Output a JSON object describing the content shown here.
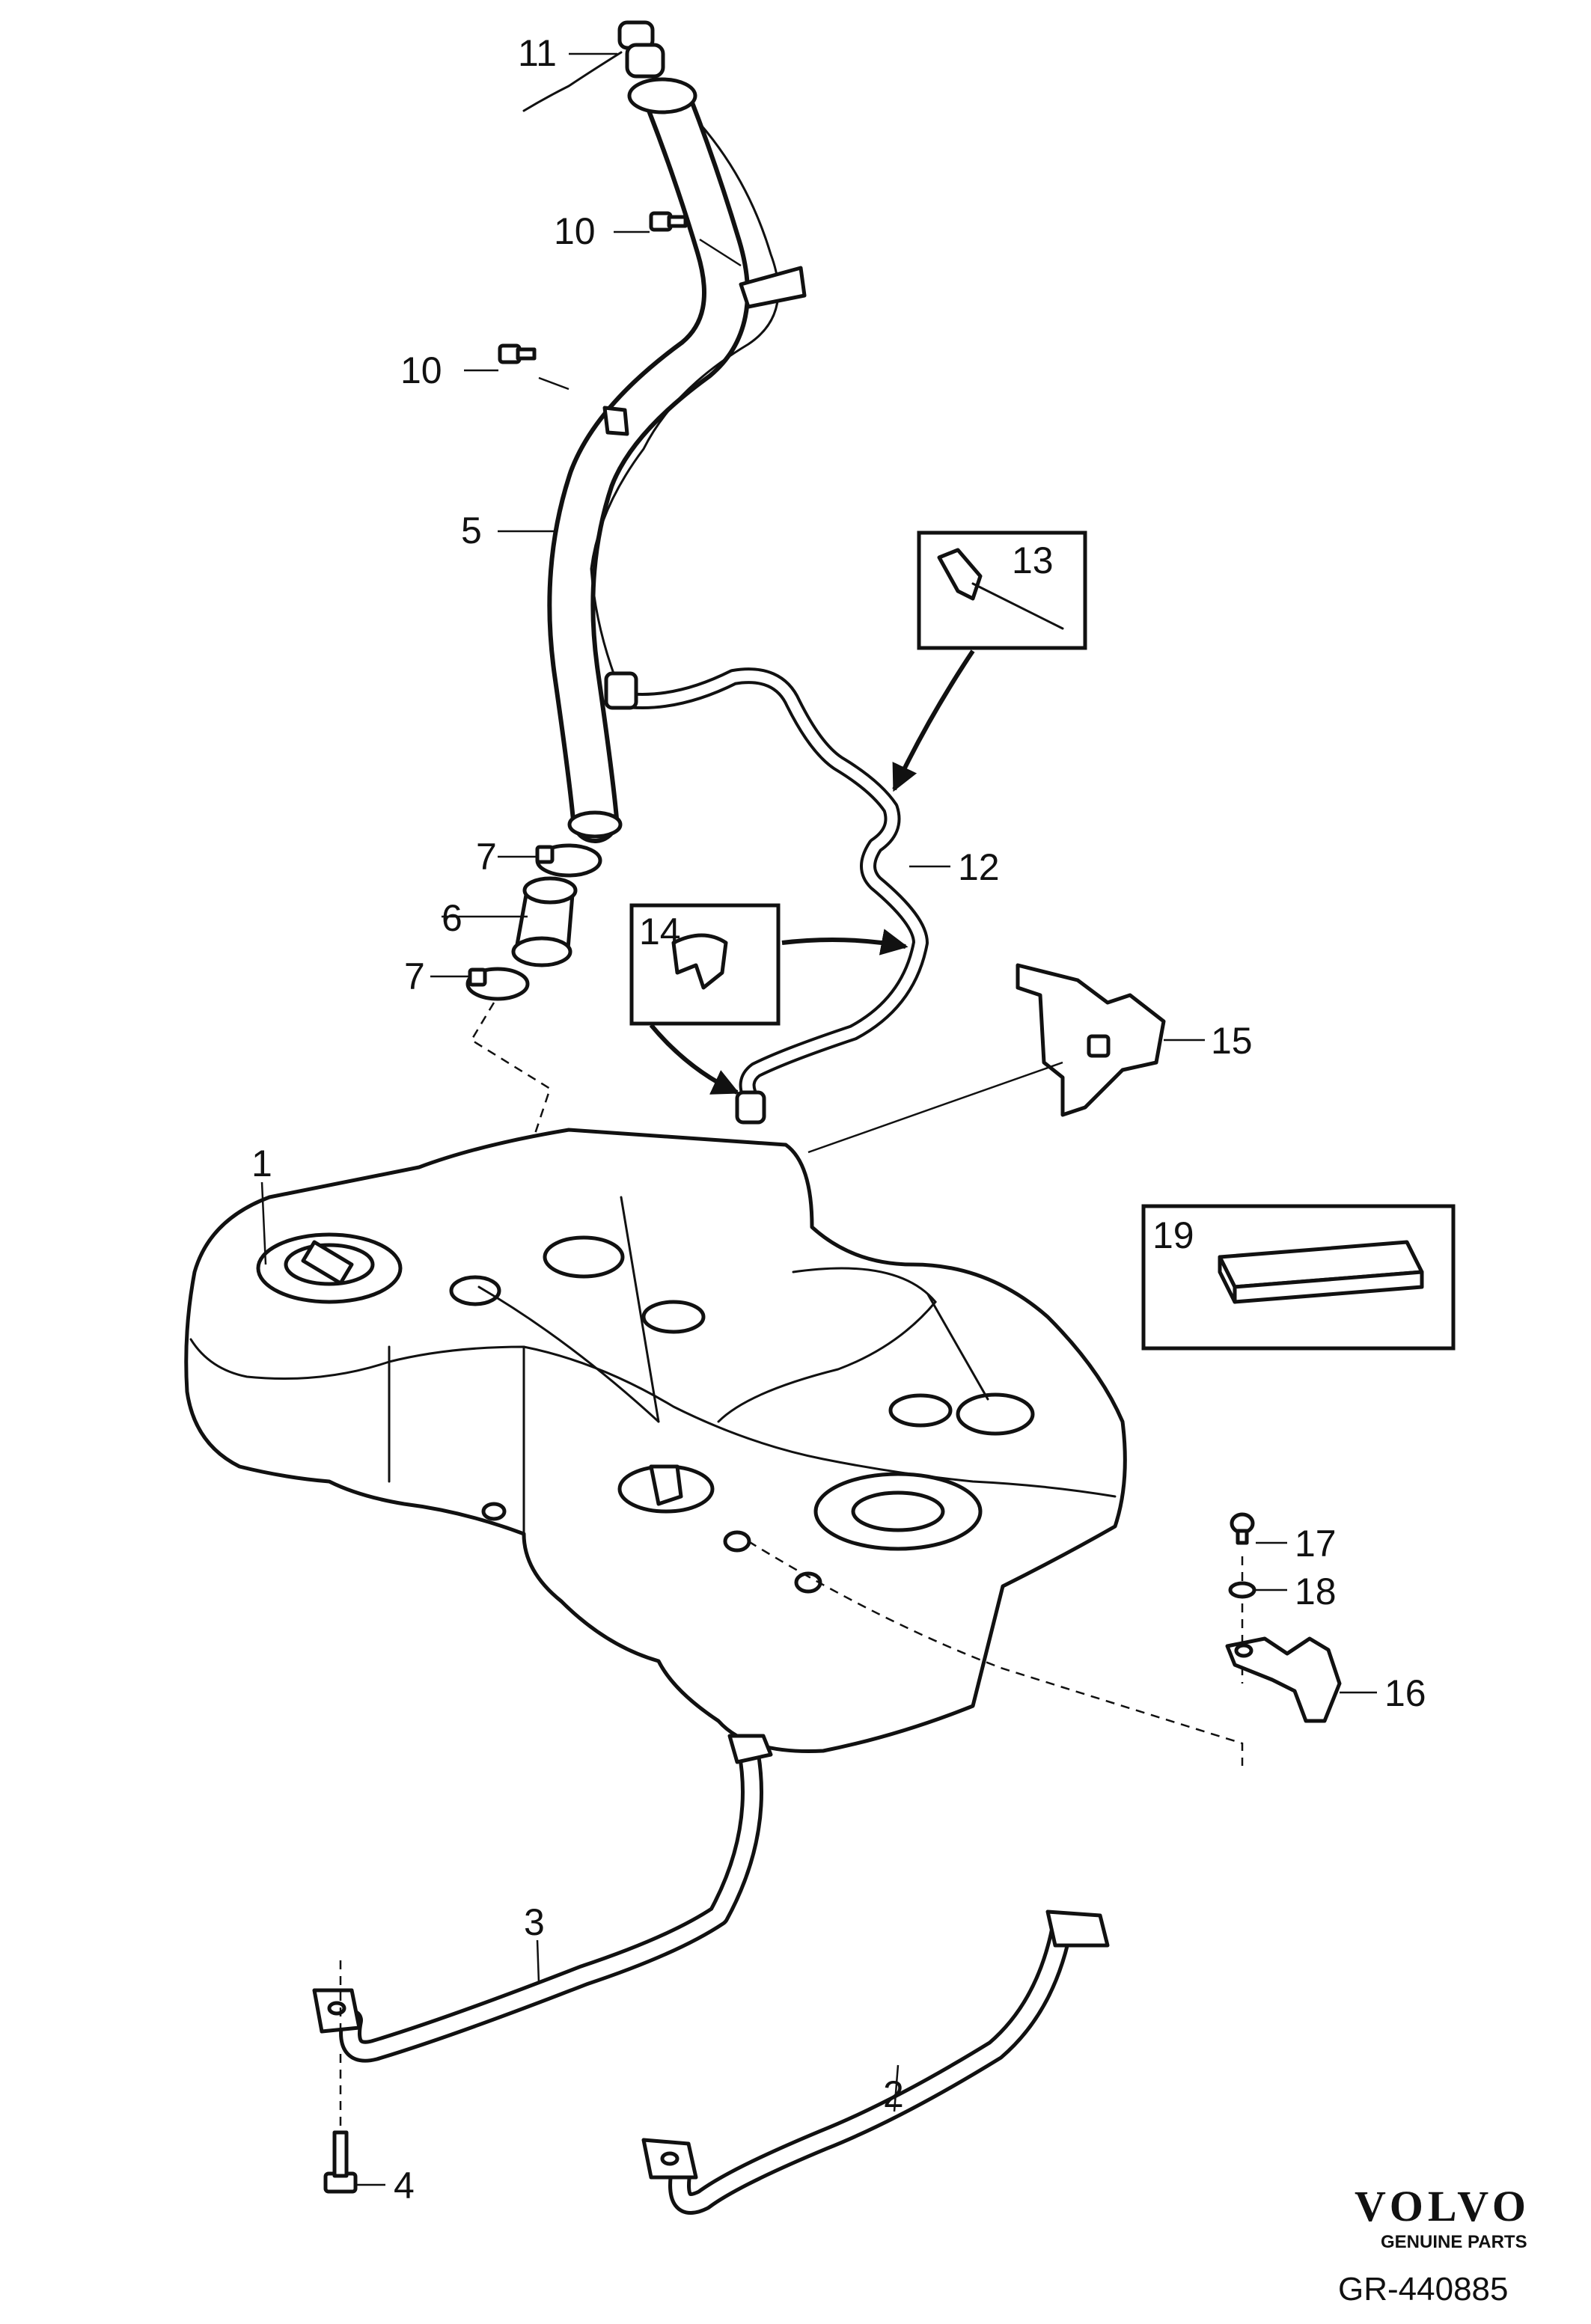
{
  "callouts": {
    "c1": "1",
    "c2": "2",
    "c3": "3",
    "c4": "4",
    "c5": "5",
    "c6": "6",
    "c7a": "7",
    "c7b": "7",
    "c10a": "10",
    "c10b": "10",
    "c11": "11",
    "c12": "12",
    "c13": "13",
    "c14": "14",
    "c15": "15",
    "c16": "16",
    "c17": "17",
    "c18": "18",
    "c19": "19"
  },
  "brand": {
    "logo_text": "VOLVO",
    "tagline": "GENUINE PARTS"
  },
  "reference": "GR-440885"
}
